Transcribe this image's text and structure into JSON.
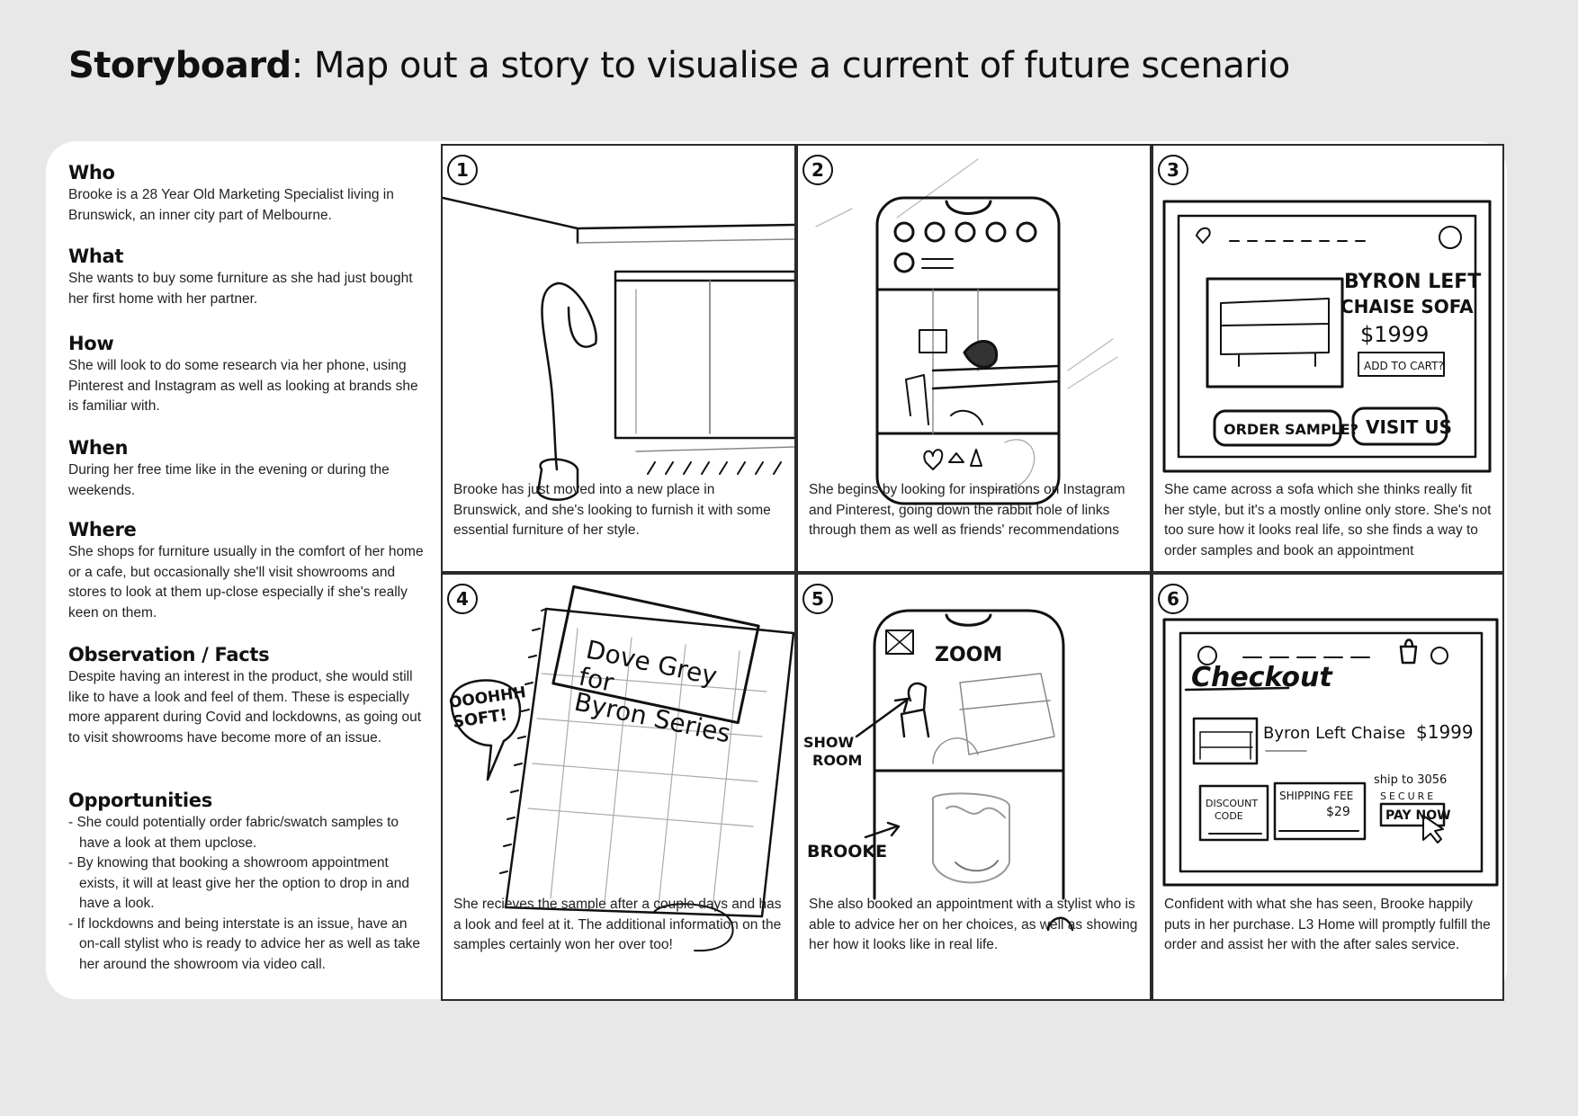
{
  "header": {
    "title_bold": "Storyboard",
    "title_rest": ": Map out a story to visualise a current of future scenario"
  },
  "persona": {
    "who": {
      "heading": "Who",
      "text": "Brooke is a 28 Year Old Marketing Specialist living in Brunswick, an inner city part of Melbourne."
    },
    "what": {
      "heading": "What",
      "text": "She wants to buy some furniture as she had just bought her first home with her partner."
    },
    "how": {
      "heading": "How",
      "text": "She will look to do some research via her phone, using Pinterest and Instagram as well as looking at brands she is familiar with."
    },
    "when": {
      "heading": "When",
      "text": "During her free time like in the evening or during the weekends."
    },
    "where": {
      "heading": "Where",
      "text": "She shops for furniture usually in the comfort of her home or a cafe, but occasionally she'll visit showrooms and stores to look at them up-close especially if she's really keen on them."
    },
    "observation": {
      "heading": "Observation / Facts",
      "text": "Despite having an interest in the product, she would still like to have a look and feel of them. These is especially more apparent during Covid and lockdowns, as going out to visit showrooms have become more of an issue."
    },
    "opportunities": {
      "heading": "Opportunities",
      "items": [
        "- She could potentially order fabric/swatch samples to have a look at them upclose.",
        "- By knowing that booking a showroom appointment exists, it will at least give her the option to drop in and have a look.",
        "- If lockdowns and being interstate is an issue, have an on-call stylist who is ready to advice her as well as take her around the showroom via video call."
      ]
    }
  },
  "panels": [
    {
      "number": "1",
      "caption": "Brooke has just moved into a new place in Brunswick, and she's looking to furnish it with some essential furniture of her style."
    },
    {
      "number": "2",
      "caption": "She begins by looking for inspirations on Instagram and Pinterest, going down the rabbit hole of links through them as well as friends' recommendations"
    },
    {
      "number": "3",
      "caption": "She came across a sofa which she thinks really fit her style, but it's a mostly online only store. She's not too sure how it looks real life, so she finds a way to order samples and book an appointment"
    },
    {
      "number": "4",
      "caption": "She recieves the sample after a couple days and has a look and feel at it. The additional information on the samples certainly won her over too!"
    },
    {
      "number": "5",
      "caption": "She also booked an appointment with a stylist who is able to advice her on her choices, as well as showing her how it looks like in real life."
    },
    {
      "number": "6",
      "caption": "Confident with what she has seen, Brooke happily puts in her purchase. L3 Home will promptly fulfill the order and assist her with the after sales service."
    }
  ],
  "sketch_text": {
    "p3_product": "BYRON LEFT",
    "p3_product2": "CHAISE SOFA",
    "p3_price": "$1999",
    "p3_add": "ADD TO CART?",
    "p3_order": "ORDER SAMPLE?",
    "p3_visit": "VISIT US",
    "p4_swatch1": "Dove Grey",
    "p4_swatch2": "for",
    "p4_swatch3": "Byron Series",
    "p4_bubble1": "OOOHHH",
    "p4_bubble2": "SOFT!",
    "p5_zoom": "ZOOM",
    "p5_show": "SHOW",
    "p5_room": "ROOM",
    "p5_brooke": "BROOKE",
    "p6_checkout": "Checkout",
    "p6_item": "Byron Left Chaise",
    "p6_price": "$1999",
    "p6_discount1": "DISCOUNT",
    "p6_discount2": "CODE",
    "p6_shipping": "SHIPPING FEE",
    "p6_fee": "$29",
    "p6_shipto": "ship to 3056",
    "p6_secure": "SECURE",
    "p6_pay": "PAY NOW"
  }
}
